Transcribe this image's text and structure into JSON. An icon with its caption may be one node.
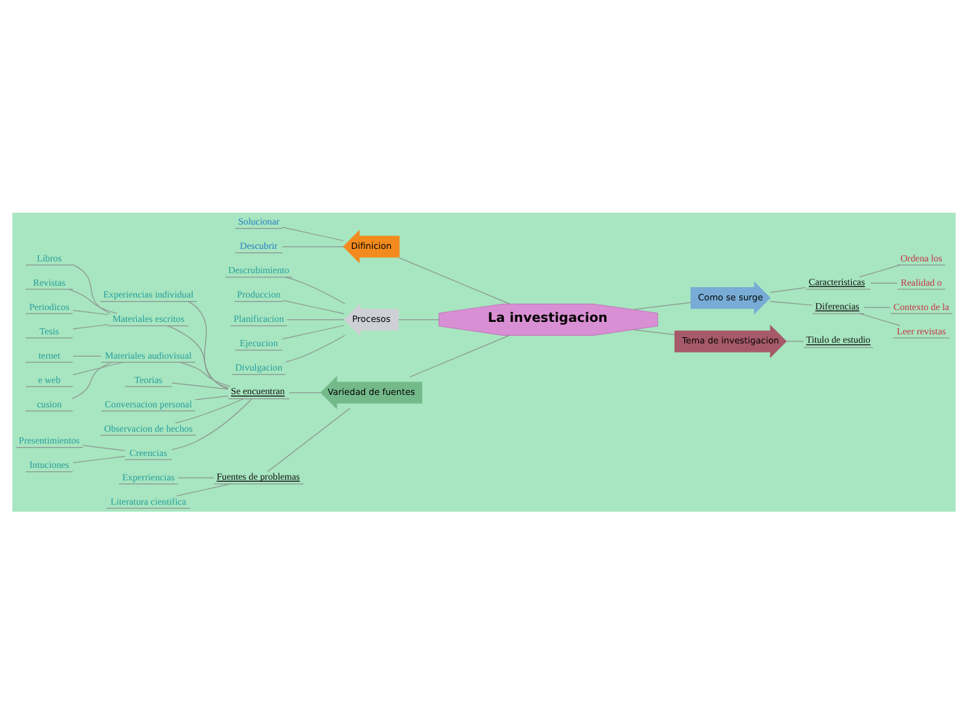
{
  "diagram": {
    "nodes": [
      {
        "text": [
          "La investigacion"
        ]
      },
      {
        "text": [
          "Difinicion"
        ]
      },
      {
        "text": [
          "Solucionar"
        ]
      },
      {
        "text": [
          "Descubrir"
        ]
      },
      {
        "text": [
          "Procesos"
        ]
      },
      {
        "text": [
          "Descrubimiento"
        ]
      },
      {
        "text": [
          "Produccion"
        ]
      },
      {
        "text": [
          "Planificacion"
        ]
      },
      {
        "text": [
          "Ejecucion"
        ]
      },
      {
        "text": [
          "Divulgacion"
        ]
      },
      {
        "text": [
          "Variedad de fuentes"
        ]
      },
      {
        "text": [
          "Se encuentran"
        ]
      },
      {
        "text": [
          "Experiencias individual"
        ]
      },
      {
        "text": [
          "Materiales escritos"
        ]
      },
      {
        "text": [
          "Libros"
        ]
      },
      {
        "text": [
          "Revistas"
        ]
      },
      {
        "text": [
          "Periodicos"
        ]
      },
      {
        "text": [
          "Tesis"
        ]
      },
      {
        "text": [
          "Materiales audiovisual"
        ]
      },
      {
        "text": [
          "ternet"
        ]
      },
      {
        "text": [
          "e web"
        ]
      },
      {
        "text": [
          "cusion"
        ]
      },
      {
        "text": [
          "Teorias"
        ]
      },
      {
        "text": [
          "Conversacion personal"
        ]
      },
      {
        "text": [
          "Observacion de hechos"
        ]
      },
      {
        "text": [
          "Creencias"
        ]
      },
      {
        "text": [
          "Presentimientos"
        ]
      },
      {
        "text": [
          "Intuciones"
        ]
      },
      {
        "text": [
          "Fuentes de problemas"
        ]
      },
      {
        "text": [
          "Experriencias"
        ]
      },
      {
        "text": [
          "Literatura cientifica"
        ]
      },
      {
        "text": [
          "Como se surge"
        ]
      },
      {
        "text": [
          "Caracteristicas"
        ]
      },
      {
        "text": [
          "Ordena los"
        ]
      },
      {
        "text": [
          "Realidad o"
        ]
      },
      {
        "text": [
          "Diferencias"
        ]
      },
      {
        "text": [
          "Contexto de la"
        ]
      },
      {
        "text": [
          "Leer revistas"
        ]
      },
      {
        "text": [
          "Tema de investigacion"
        ]
      },
      {
        "text": [
          "Titulo de estudio"
        ]
      }
    ],
    "edges": [
      {
        "from": 0,
        "to": 1,
        "arrow": "none"
      },
      {
        "from": 1,
        "to": 2,
        "arrow": "none"
      },
      {
        "from": 1,
        "to": 3,
        "arrow": "none"
      },
      {
        "from": 0,
        "to": 4,
        "arrow": "none"
      },
      {
        "from": 4,
        "to": 5,
        "arrow": "none"
      },
      {
        "from": 4,
        "to": 6,
        "arrow": "none"
      },
      {
        "from": 4,
        "to": 7,
        "arrow": "none"
      },
      {
        "from": 4,
        "to": 8,
        "arrow": "none"
      },
      {
        "from": 4,
        "to": 9,
        "arrow": "none"
      },
      {
        "from": 0,
        "to": 10,
        "arrow": "none"
      },
      {
        "from": 10,
        "to": 11,
        "arrow": "none"
      },
      {
        "from": 11,
        "to": 12,
        "arrow": "none"
      },
      {
        "from": 11,
        "to": 13,
        "arrow": "none"
      },
      {
        "from": 13,
        "to": 14,
        "arrow": "none"
      },
      {
        "from": 13,
        "to": 15,
        "arrow": "none"
      },
      {
        "from": 13,
        "to": 16,
        "arrow": "none"
      },
      {
        "from": 13,
        "to": 17,
        "arrow": "none"
      },
      {
        "from": 11,
        "to": 18,
        "arrow": "none"
      },
      {
        "from": 18,
        "to": 19,
        "arrow": "none"
      },
      {
        "from": 18,
        "to": 20,
        "arrow": "none"
      },
      {
        "from": 18,
        "to": 21,
        "arrow": "none"
      },
      {
        "from": 11,
        "to": 22,
        "arrow": "none"
      },
      {
        "from": 11,
        "to": 23,
        "arrow": "none"
      },
      {
        "from": 11,
        "to": 24,
        "arrow": "none"
      },
      {
        "from": 11,
        "to": 25,
        "arrow": "none"
      },
      {
        "from": 25,
        "to": 26,
        "arrow": "none"
      },
      {
        "from": 25,
        "to": 27,
        "arrow": "none"
      },
      {
        "from": 10,
        "to": 28,
        "arrow": "none"
      },
      {
        "from": 28,
        "to": 29,
        "arrow": "none"
      },
      {
        "from": 28,
        "to": 30,
        "arrow": "none"
      },
      {
        "from": 0,
        "to": 31,
        "arrow": "none"
      },
      {
        "from": 31,
        "to": 32,
        "arrow": "none"
      },
      {
        "from": 32,
        "to": 33,
        "arrow": "none"
      },
      {
        "from": 32,
        "to": 34,
        "arrow": "none"
      },
      {
        "from": 31,
        "to": 35,
        "arrow": "none"
      },
      {
        "from": 35,
        "to": 36,
        "arrow": "none"
      },
      {
        "from": 35,
        "to": 37,
        "arrow": "none"
      },
      {
        "from": 0,
        "to": 38,
        "arrow": "none"
      },
      {
        "from": 38,
        "to": 39,
        "arrow": "none"
      }
    ]
  }
}
